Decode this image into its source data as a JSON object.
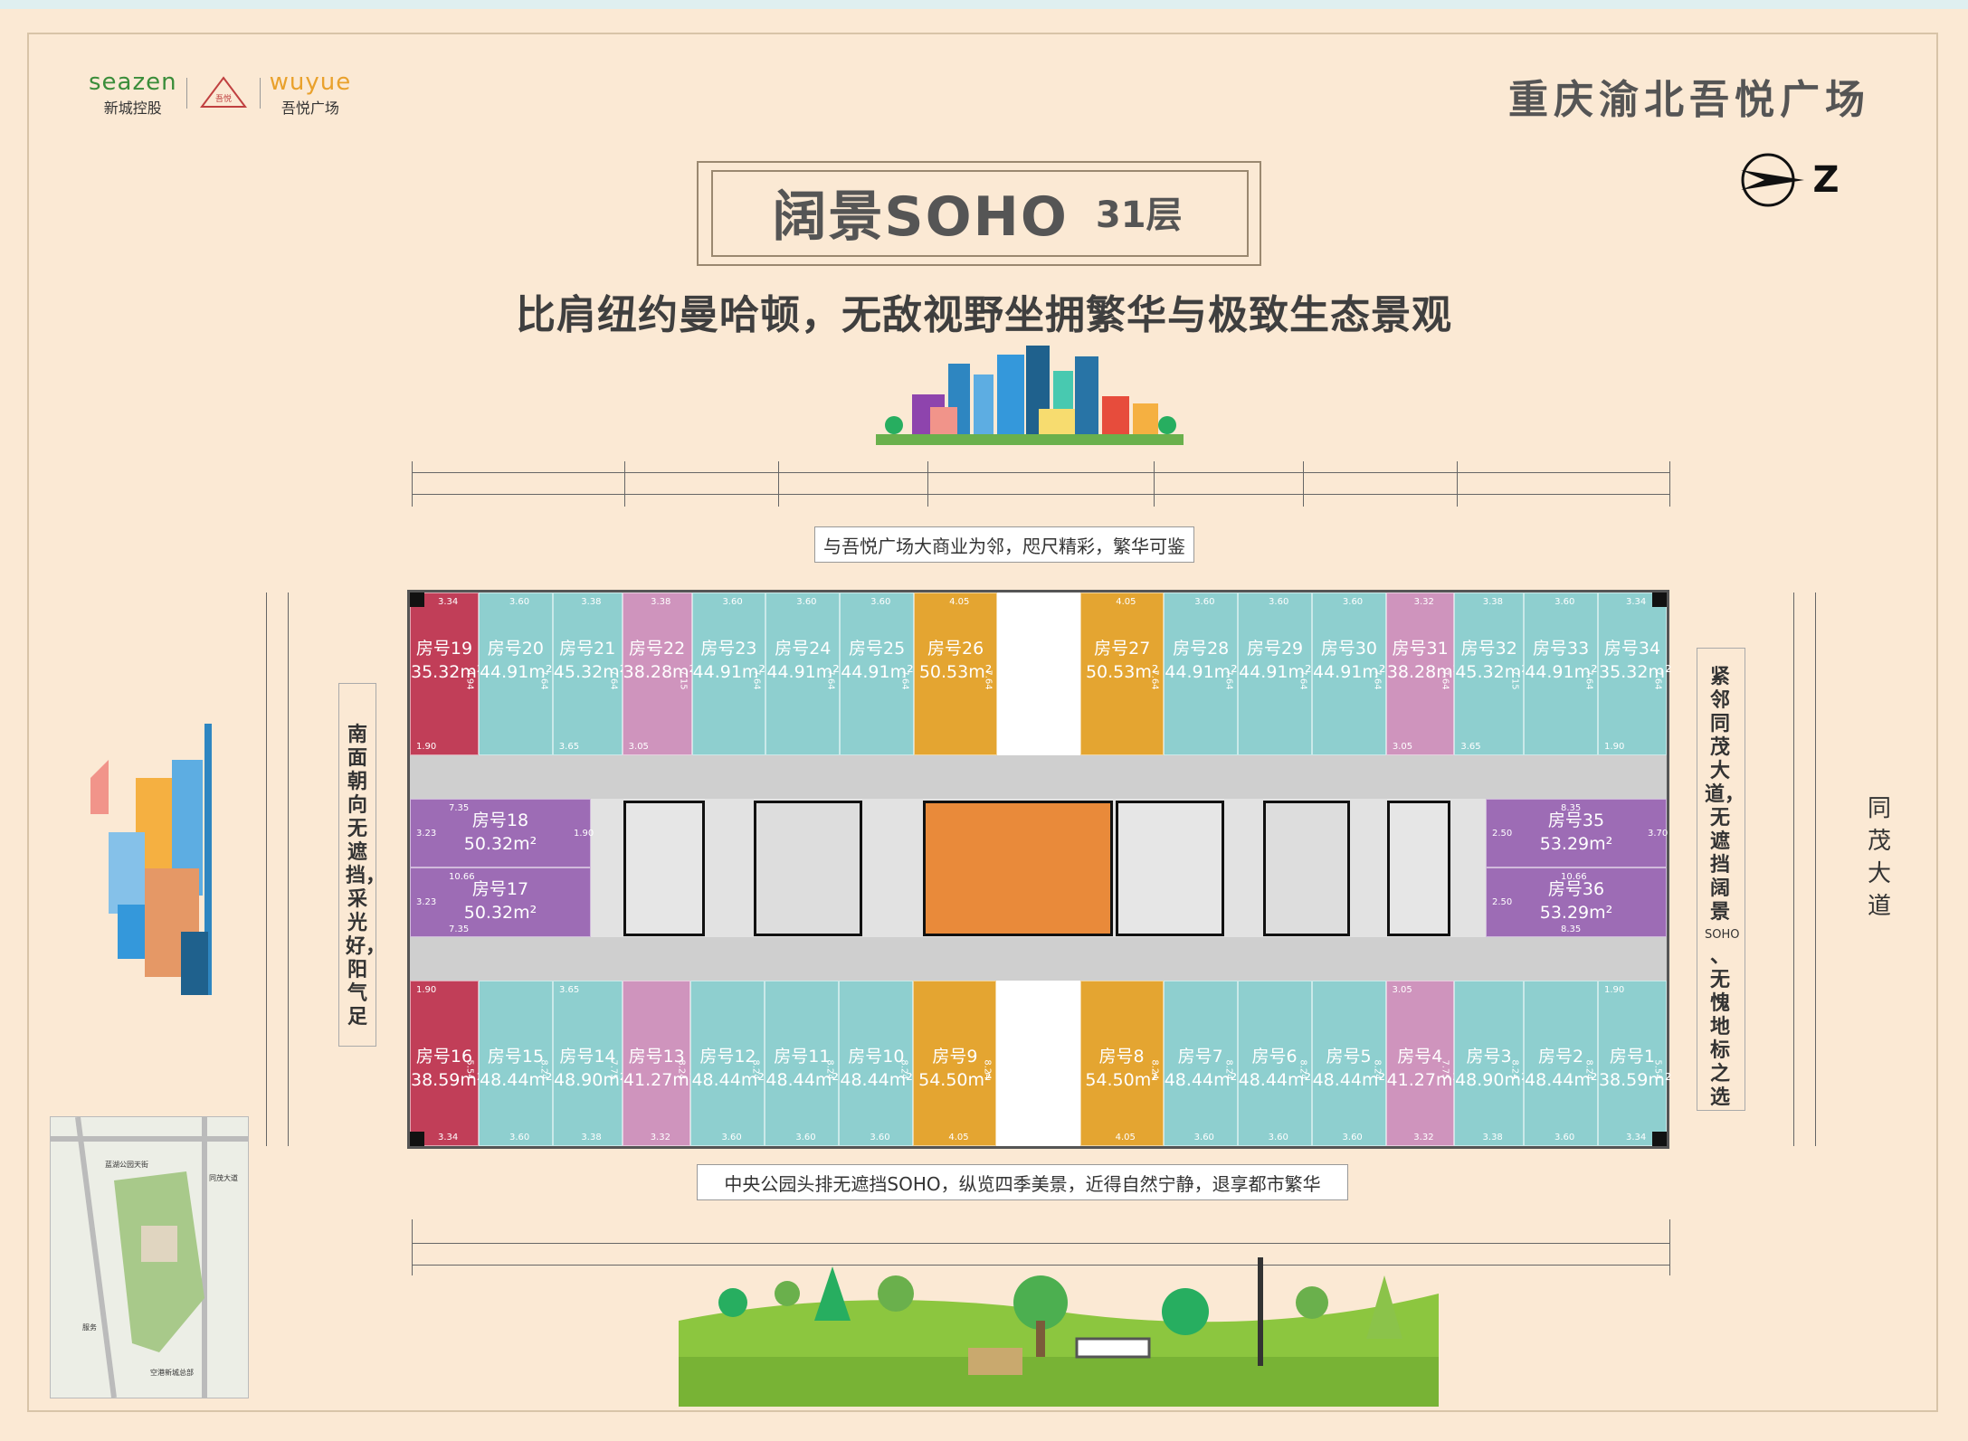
{
  "header": {
    "seazen_en": "seazen",
    "seazen_cn": "新城控股",
    "middle_logo": "吾悦",
    "wuyue_en": "wuyue",
    "wuyue_cn": "吾悦广场",
    "brand_title": "重庆渝北吾悦广场",
    "compass_letter": "Z"
  },
  "title": {
    "main": "阔景SOHO",
    "floor": "31层"
  },
  "slogan": "比肩纽约曼哈顿，无敌视野坐拥繁华与极致生态景观",
  "captions": {
    "top": "与吾悦广场大商业为邻，咫尺精彩，繁华可鉴",
    "bottom": "中央公园头排无遮挡SOHO，纵览四季美景，近得自然宁静，退享都市繁华"
  },
  "side_text": {
    "left": "南面朝向无遮挡，采光好，阳气足",
    "right_main": "紧邻同茂大道，无遮挡阔景",
    "right_soho": "SOHO",
    "right_tail": "、无愧地标之选",
    "road": "同茂大道"
  },
  "units_top": [
    {
      "name": "房号19",
      "area": "35.32m²",
      "color": "red",
      "w": "3.34",
      "h": "4.94",
      "b": "1.90"
    },
    {
      "name": "房号20",
      "area": "44.91m²",
      "color": "teal",
      "w": "3.60",
      "h": "7.64",
      "b": ""
    },
    {
      "name": "房号21",
      "area": "45.32m²",
      "color": "teal",
      "w": "3.38",
      "h": "7.64",
      "b": "3.65"
    },
    {
      "name": "房号22",
      "area": "38.28m²",
      "color": "pink",
      "w": "3.38",
      "h": "7.15",
      "b": "3.05"
    },
    {
      "name": "房号23",
      "area": "44.91m²",
      "color": "teal",
      "w": "3.60",
      "h": "7.64",
      "b": ""
    },
    {
      "name": "房号24",
      "area": "44.91m²",
      "color": "teal",
      "w": "3.60",
      "h": "7.64",
      "b": ""
    },
    {
      "name": "房号25",
      "area": "44.91m²",
      "color": "teal",
      "w": "3.60",
      "h": "7.64",
      "b": ""
    },
    {
      "name": "房号26",
      "area": "50.53m²",
      "color": "gold",
      "w": "4.05",
      "h": "7.64",
      "b": ""
    },
    {
      "name": "房号27",
      "area": "50.53m²",
      "color": "gold",
      "w": "4.05",
      "h": "7.64",
      "b": ""
    },
    {
      "name": "房号28",
      "area": "44.91m²",
      "color": "teal",
      "w": "3.60",
      "h": "7.64",
      "b": ""
    },
    {
      "name": "房号29",
      "area": "44.91m²",
      "color": "teal",
      "w": "3.60",
      "h": "7.64",
      "b": ""
    },
    {
      "name": "房号30",
      "area": "44.91m²",
      "color": "teal",
      "w": "3.60",
      "h": "7.64",
      "b": ""
    },
    {
      "name": "房号31",
      "area": "38.28m²",
      "color": "pink",
      "w": "3.32",
      "h": "7.64",
      "b": "3.05"
    },
    {
      "name": "房号32",
      "area": "45.32m²",
      "color": "teal",
      "w": "3.38",
      "h": "7.15",
      "b": "3.65"
    },
    {
      "name": "房号33",
      "area": "44.91m²",
      "color": "teal",
      "w": "3.60",
      "h": "7.64",
      "b": ""
    },
    {
      "name": "房号34",
      "area": "35.32m²",
      "color": "teal",
      "w": "3.34",
      "h": "7.64",
      "b": "1.90"
    }
  ],
  "units_bottom": [
    {
      "name": "房号16",
      "area": "38.59m²",
      "color": "red",
      "w": "3.34",
      "h": "5.54",
      "t": "1.90"
    },
    {
      "name": "房号15",
      "area": "48.44m²",
      "color": "teal",
      "w": "3.60",
      "h": "8.24",
      "t": ""
    },
    {
      "name": "房号14",
      "area": "48.90m²",
      "color": "teal",
      "w": "3.38",
      "h": "7.75",
      "t": "3.65"
    },
    {
      "name": "房号13",
      "area": "41.27m²",
      "color": "pink",
      "w": "3.32",
      "h": "8.24",
      "t": ""
    },
    {
      "name": "房号12",
      "area": "48.44m²",
      "color": "teal",
      "w": "3.60",
      "h": "8.24",
      "t": ""
    },
    {
      "name": "房号11",
      "area": "48.44m²",
      "color": "teal",
      "w": "3.60",
      "h": "8.24",
      "t": ""
    },
    {
      "name": "房号10",
      "area": "48.44m²",
      "color": "teal",
      "w": "3.60",
      "h": "8.24",
      "t": ""
    },
    {
      "name": "房号9",
      "area": "54.50m²",
      "color": "gold",
      "w": "4.05",
      "h": "8.24",
      "t": ""
    },
    {
      "name": "房号8",
      "area": "54.50m²",
      "color": "gold",
      "w": "4.05",
      "h": "8.24",
      "t": ""
    },
    {
      "name": "房号7",
      "area": "48.44m²",
      "color": "teal",
      "w": "3.60",
      "h": "8.24",
      "t": ""
    },
    {
      "name": "房号6",
      "area": "48.44m²",
      "color": "teal",
      "w": "3.60",
      "h": "8.24",
      "t": ""
    },
    {
      "name": "房号5",
      "area": "48.44m²",
      "color": "teal",
      "w": "3.60",
      "h": "8.24",
      "t": ""
    },
    {
      "name": "房号4",
      "area": "41.27m²",
      "color": "pink",
      "w": "3.32",
      "h": "7.75",
      "t": "3.05"
    },
    {
      "name": "房号3",
      "area": "48.90m²",
      "color": "teal",
      "w": "3.38",
      "h": "8.24",
      "t": ""
    },
    {
      "name": "房号2",
      "area": "48.44m²",
      "color": "teal",
      "w": "3.60",
      "h": "8.24",
      "t": ""
    },
    {
      "name": "房号1",
      "area": "38.59m²",
      "color": "teal",
      "w": "3.34",
      "h": "5.54",
      "t": "1.90"
    }
  ],
  "units_side": [
    {
      "name": "房号18",
      "area": "50.32m²",
      "dimA": "7.35",
      "dimB": "3.23",
      "dimC": "1.90"
    },
    {
      "name": "房号17",
      "area": "50.32m²",
      "dimA": "10.66",
      "dimB": "3.23",
      "dimC": "7.35"
    },
    {
      "name": "房号35",
      "area": "53.29m²",
      "dimA": "8.35",
      "dimB": "2.50",
      "dimC": "3.70"
    },
    {
      "name": "房号36",
      "area": "53.29m²",
      "dimA": "10.66",
      "dimB": "2.50",
      "dimC": "8.35"
    }
  ],
  "map_labels": {
    "a": "蓝湖公园天街",
    "b": "同茂大道",
    "c": "空港新城总部",
    "d": "服务"
  },
  "colors": {
    "teal": "#8ecfcf",
    "pink": "#cf94bd",
    "gold": "#e4a531",
    "red": "#c13e58",
    "purple": "#9d6cb5",
    "orange": "#e98a3a"
  }
}
